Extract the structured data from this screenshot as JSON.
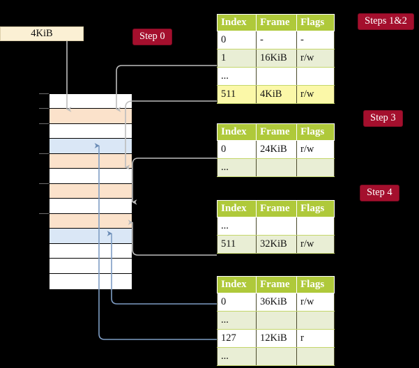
{
  "diagram": {
    "title_hidden": "",
    "size_box": {
      "label": "4KiB"
    },
    "badges": [
      {
        "name": "step-0",
        "label": "Step 0"
      },
      {
        "name": "steps-1-2",
        "label": "Steps 1&2"
      },
      {
        "name": "step-3",
        "label": "Step 3"
      },
      {
        "name": "step-4",
        "label": "Step 4"
      }
    ],
    "columns": [
      "Index",
      "Frame",
      "Flags"
    ],
    "tables": [
      {
        "name": "page-table-level-1",
        "rows": [
          {
            "tint": false,
            "cells": [
              "0",
              "-",
              "-"
            ],
            "highlight": [
              false,
              false,
              false
            ]
          },
          {
            "tint": true,
            "cells": [
              "1",
              "16KiB",
              "r/w"
            ],
            "highlight": [
              false,
              false,
              false
            ]
          },
          {
            "tint": false,
            "cells": [
              "...",
              "",
              ""
            ],
            "highlight": [
              false,
              false,
              false
            ]
          },
          {
            "tint": true,
            "cells": [
              "511",
              "4KiB",
              "r/w"
            ],
            "highlight": [
              true,
              true,
              true
            ]
          }
        ]
      },
      {
        "name": "page-table-level-2",
        "rows": [
          {
            "tint": false,
            "cells": [
              "0",
              "24KiB",
              "r/w"
            ],
            "highlight": [
              false,
              false,
              false
            ]
          },
          {
            "tint": true,
            "cells": [
              "...",
              "",
              ""
            ],
            "highlight": [
              false,
              false,
              false
            ]
          }
        ]
      },
      {
        "name": "page-table-level-3",
        "rows": [
          {
            "tint": false,
            "cells": [
              "...",
              "",
              ""
            ],
            "highlight": [
              false,
              false,
              false
            ]
          },
          {
            "tint": true,
            "cells": [
              "511",
              "32KiB",
              "r/w"
            ],
            "highlight": [
              false,
              false,
              false
            ]
          }
        ]
      },
      {
        "name": "page-table-level-4",
        "rows": [
          {
            "tint": false,
            "cells": [
              "0",
              "36KiB",
              "r/w"
            ],
            "highlight": [
              false,
              false,
              false
            ]
          },
          {
            "tint": true,
            "cells": [
              "...",
              "",
              ""
            ],
            "highlight": [
              false,
              false,
              false
            ]
          },
          {
            "tint": false,
            "cells": [
              "127",
              "12KiB",
              "r"
            ],
            "highlight": [
              false,
              false,
              false
            ]
          },
          {
            "tint": true,
            "cells": [
              "...",
              "",
              ""
            ],
            "highlight": [
              false,
              false,
              false
            ]
          }
        ]
      }
    ],
    "memory_frames": [
      {
        "color": "white"
      },
      {
        "color": "orange"
      },
      {
        "color": "white"
      },
      {
        "color": "blue"
      },
      {
        "color": "orange"
      },
      {
        "color": "white"
      },
      {
        "color": "orange"
      },
      {
        "color": "white"
      },
      {
        "color": "orange"
      },
      {
        "color": "blue"
      },
      {
        "color": "white"
      },
      {
        "color": "white"
      },
      {
        "color": "white"
      }
    ],
    "colors": {
      "background": "#000000",
      "table_header": "#afc93a",
      "table_tint": "#e9eed5",
      "highlight": "#fbf8a8",
      "badge": "#a40f2d",
      "frame_orange": "#fbe2cb",
      "frame_blue": "#dae7f6",
      "size_box": "#fbf0d4",
      "wire_gray": "#b0b0b0",
      "wire_blue": "#7e9dc4"
    }
  }
}
